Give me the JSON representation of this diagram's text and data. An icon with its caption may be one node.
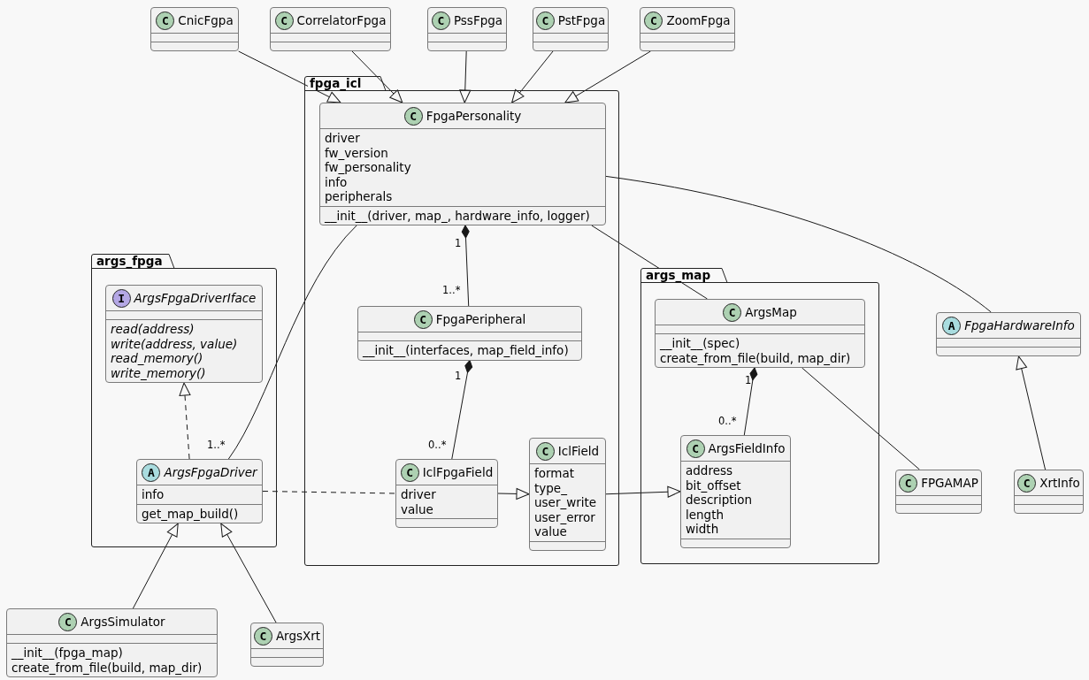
{
  "diagram": {
    "nodes": [
      {
        "text": [
          "C",
          "CnicFgpa"
        ]
      },
      {
        "text": [
          "C",
          "CorrelatorFpga"
        ]
      },
      {
        "text": [
          "C",
          "PssFpga"
        ]
      },
      {
        "text": [
          "C",
          "PstFpga"
        ]
      },
      {
        "text": [
          "C",
          "ZoomFpga"
        ]
      },
      {
        "text": [
          "fpga_icl"
        ]
      },
      {
        "text": [
          "C",
          "FpgaPersonality",
          "driver",
          "fw_version",
          "fw_personality",
          "info",
          "peripherals",
          "__init__(driver, map_, hardware_info, logger)"
        ],
        "in": 5
      },
      {
        "text": [
          "args_fpga"
        ]
      },
      {
        "text": [
          "I",
          "ArgsFpgaDriverIface",
          "read(address)",
          "write(address, value)",
          "read_memory()",
          "write_memory()"
        ],
        "in": 7
      },
      {
        "text": [
          "C",
          "FpgaPeripheral",
          "__init__(interfaces, map_field_info)"
        ],
        "in": 5
      },
      {
        "text": [
          "args_map"
        ]
      },
      {
        "text": [
          "C",
          "ArgsMap",
          "__init__(spec)",
          "create_from_file(build, map_dir)"
        ],
        "in": 10
      },
      {
        "text": [
          "A",
          "FpgaHardwareInfo"
        ]
      },
      {
        "text": [
          "C",
          "IclField",
          "format",
          "type_",
          "user_write",
          "user_error",
          "value"
        ],
        "in": 5
      },
      {
        "text": [
          "A",
          "ArgsFpgaDriver",
          "info",
          "get_map_build()"
        ],
        "in": 7
      },
      {
        "text": [
          "C",
          "IclFpgaField",
          "driver",
          "value"
        ],
        "in": 5
      },
      {
        "text": [
          "C",
          "ArgsFieldInfo",
          "address",
          "bit_offset",
          "description",
          "length",
          "width"
        ],
        "in": 10
      },
      {
        "text": [
          "C",
          "FPGAMAP"
        ]
      },
      {
        "text": [
          "C",
          "XrtInfo"
        ]
      },
      {
        "text": [
          "C",
          "ArgsSimulator",
          "__init__(fpga_map)",
          "create_from_file(build, map_dir)"
        ]
      },
      {
        "text": [
          "C",
          "ArgsXrt"
        ]
      }
    ],
    "edges": [
      {
        "from": 0,
        "to": 6,
        "arrow": "to"
      },
      {
        "from": 1,
        "to": 6,
        "arrow": "to"
      },
      {
        "from": 2,
        "to": 6,
        "arrow": "to"
      },
      {
        "from": 3,
        "to": 6,
        "arrow": "to"
      },
      {
        "from": 4,
        "to": 6,
        "arrow": "to"
      },
      {
        "from": 6,
        "to": 14,
        "arrow": "none"
      },
      {
        "from": 6,
        "to": 9,
        "arrow": "other"
      },
      {
        "from": 6,
        "to": 11,
        "arrow": "none"
      },
      {
        "from": 6,
        "to": 12,
        "arrow": "none"
      },
      {
        "from": 14,
        "to": 8,
        "arrow": "to",
        "style": "dashed"
      },
      {
        "from": 9,
        "to": 15,
        "arrow": "other"
      },
      {
        "from": 14,
        "to": 15,
        "arrow": "none",
        "style": "dashed"
      },
      {
        "from": 15,
        "to": 13,
        "arrow": "to"
      },
      {
        "from": 13,
        "to": 16,
        "arrow": "to"
      },
      {
        "from": 11,
        "to": 16,
        "arrow": "other"
      },
      {
        "from": 11,
        "to": 17,
        "arrow": "none"
      },
      {
        "from": 18,
        "to": 12,
        "arrow": "to"
      },
      {
        "from": 19,
        "to": 14,
        "arrow": "to"
      },
      {
        "from": 20,
        "to": 14,
        "arrow": "to"
      }
    ],
    "labels": [
      "1",
      "1..*",
      "1",
      "1",
      "0..*",
      "1..*",
      "0..*"
    ]
  }
}
